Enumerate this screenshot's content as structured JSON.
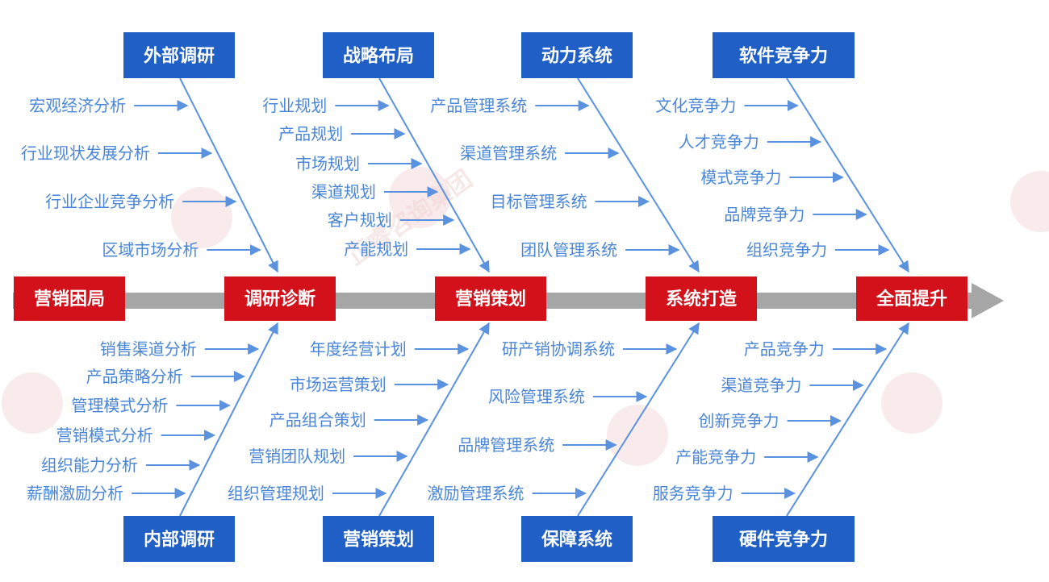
{
  "colors": {
    "spine": "#a6a6a6",
    "arrow": "#5b92e0",
    "label": "#4a86d8",
    "category_box": "#1f5fc6",
    "stage_box": "#d3111b",
    "box_text": "#ffffff"
  },
  "watermark": "正睿咨询集团",
  "stages": [
    {
      "label": "营销困局"
    },
    {
      "label": "调研诊断"
    },
    {
      "label": "营销策划"
    },
    {
      "label": "系统打造"
    },
    {
      "label": "全面提升"
    }
  ],
  "branches": [
    {
      "title": "外部调研",
      "items": [
        "宏观经济分析",
        "行业现状发展分析",
        "行业企业竞争分析",
        "区域市场分析"
      ]
    },
    {
      "title": "战略布局",
      "items": [
        "行业规划",
        "产品规划",
        "市场规划",
        "渠道规划",
        "客户规划",
        "产能规划"
      ]
    },
    {
      "title": "动力系统",
      "items": [
        "产品管理系统",
        "渠道管理系统",
        "目标管理系统",
        "团队管理系统"
      ]
    },
    {
      "title": "软件竞争力",
      "items": [
        "文化竞争力",
        "人才竞争力",
        "模式竞争力",
        "品牌竞争力",
        "组织竞争力"
      ]
    },
    {
      "title": "内部调研",
      "items": [
        "销售渠道分析",
        "产品策略分析",
        "管理模式分析",
        "营销模式分析",
        "组织能力分析",
        "薪酬激励分析"
      ]
    },
    {
      "title": "营销策划",
      "items": [
        "年度经营计划",
        "市场运营策划",
        "产品组合策划",
        "营销团队规划",
        "组织管理规划"
      ]
    },
    {
      "title": "保障系统",
      "items": [
        "研产销协调系统",
        "风险管理系统",
        "品牌管理系统",
        "激励管理系统"
      ]
    },
    {
      "title": "硬件竞争力",
      "items": [
        "产品竞争力",
        "渠道竞争力",
        "创新竞争力",
        "产能竞争力",
        "服务竞争力"
      ]
    }
  ]
}
